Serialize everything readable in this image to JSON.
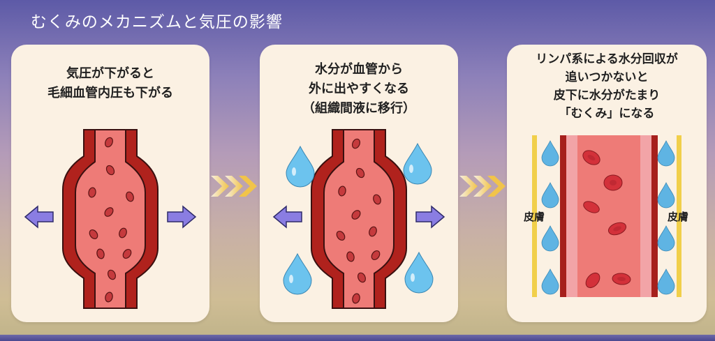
{
  "title": "むくみのメカニズムと気圧の影響",
  "steps": [
    {
      "lines": [
        "気圧が下がると",
        "毛細血管内圧も下がる"
      ]
    },
    {
      "lines": [
        "水分が血管から",
        "外に出やすくなる",
        "（組織間液に移行）"
      ]
    },
    {
      "lines": [
        "リンパ系による水分回収が",
        "追いつかないと",
        "皮下に水分がたまり",
        "「むくみ」になる"
      ]
    }
  ],
  "labels": {
    "skin_left": "皮膚",
    "skin_right": "皮膚"
  },
  "icons": [
    "arrow-left-icon",
    "arrow-right-icon",
    "water-drop-icon",
    "chevron-right-icon",
    "blood-cell-icon"
  ],
  "colors": {
    "vessel_wall": "#b0221d",
    "vessel_inner": "#ee7b77",
    "blood_cell": "#c53a3d",
    "arrow": "#8a7de2",
    "water_drop": "#6cc3ee",
    "skin_line": "#f1cf4a",
    "chevron": "#f3cc5a",
    "panel_bg": "#fbf1e3"
  }
}
